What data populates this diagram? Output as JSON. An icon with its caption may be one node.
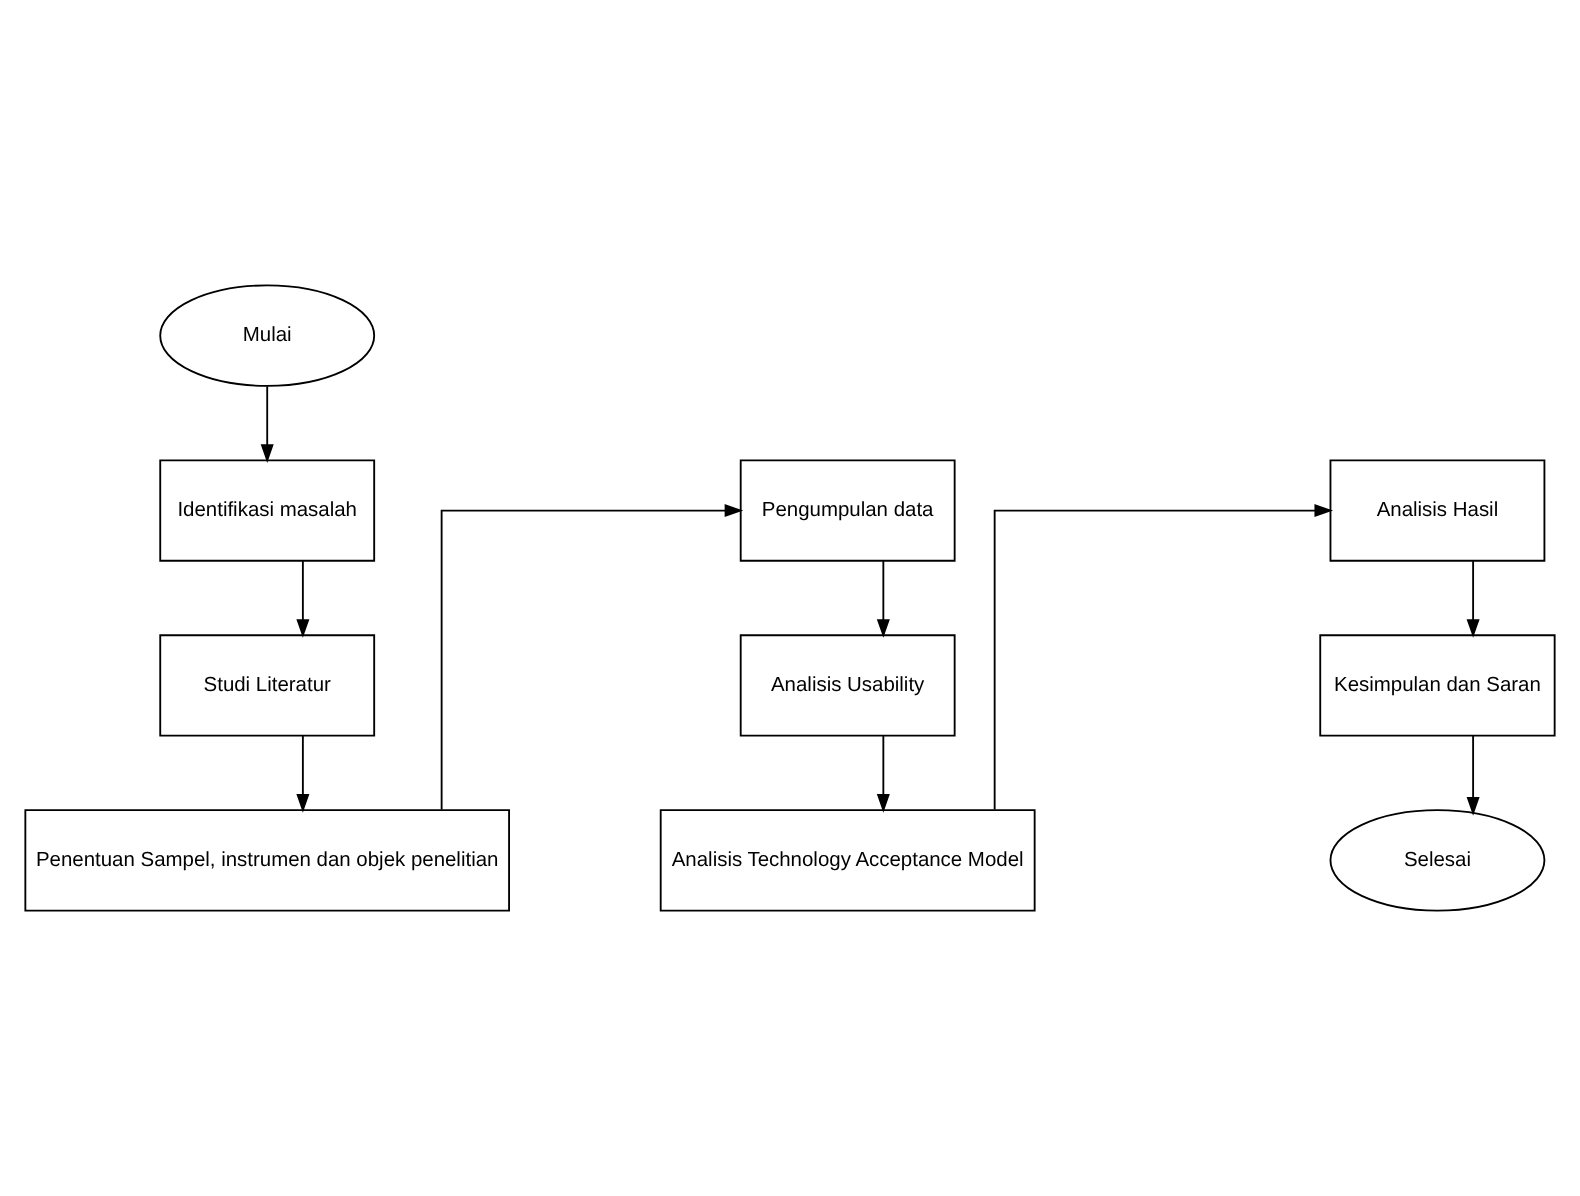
{
  "diagram": {
    "nodes": [
      {
        "text": [
          "Mulai"
        ]
      },
      {
        "text": [
          "Identifikasi masalah"
        ]
      },
      {
        "text": [
          "Studi Literatur"
        ]
      },
      {
        "text": [
          "Penentuan Sampel, instrumen dan objek penelitian"
        ]
      },
      {
        "text": [
          "Pengumpulan data"
        ]
      },
      {
        "text": [
          "Analisis Usability"
        ]
      },
      {
        "text": [
          "Analisis Technology Acceptance Model"
        ]
      },
      {
        "text": [
          "Analisis Hasil"
        ]
      },
      {
        "text": [
          "Kesimpulan dan Saran"
        ]
      },
      {
        "text": [
          "Selesai"
        ]
      }
    ],
    "edges": [
      {
        "from": 0,
        "to": 1,
        "arrow": "to"
      },
      {
        "from": 1,
        "to": 2,
        "arrow": "to"
      },
      {
        "from": 2,
        "to": 3,
        "arrow": "to"
      },
      {
        "from": 3,
        "to": 4,
        "arrow": "to"
      },
      {
        "from": 4,
        "to": 5,
        "arrow": "to"
      },
      {
        "from": 5,
        "to": 6,
        "arrow": "to"
      },
      {
        "from": 6,
        "to": 7,
        "arrow": "to"
      },
      {
        "from": 7,
        "to": 8,
        "arrow": "to"
      },
      {
        "from": 8,
        "to": 9,
        "arrow": "to"
      }
    ]
  }
}
